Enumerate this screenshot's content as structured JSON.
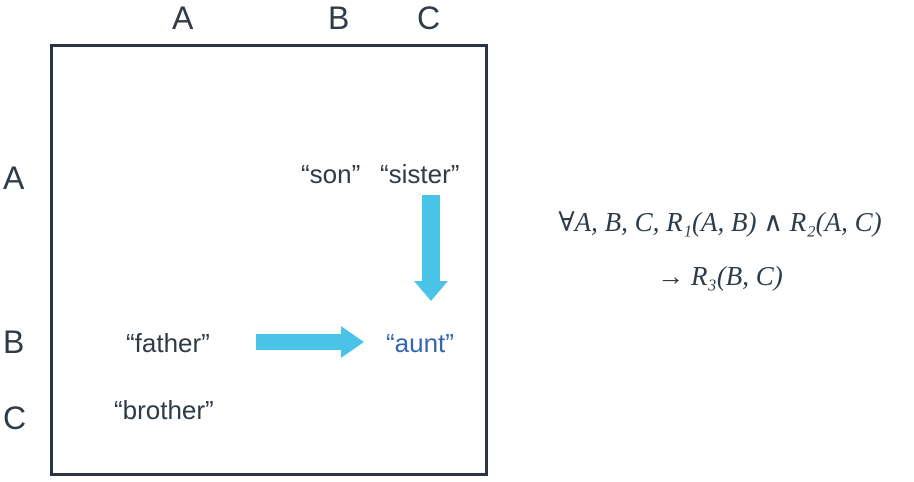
{
  "columns": [
    "A",
    "B",
    "C"
  ],
  "rows": [
    "A",
    "B",
    "C"
  ],
  "cells": {
    "a_b": "“son”",
    "a_c": "“sister”",
    "b_a": "“father”",
    "b_c": "“aunt”",
    "c_a": "“brother”"
  },
  "formula": {
    "line1": "∀A, B, C, R₁(A, B) ∧ R₂(A, C)",
    "line2": "→ R₃(B, C)"
  },
  "colors": {
    "arrow": "#4ac3e8",
    "derived_text": "#3566b5",
    "border": "#2b3440"
  }
}
